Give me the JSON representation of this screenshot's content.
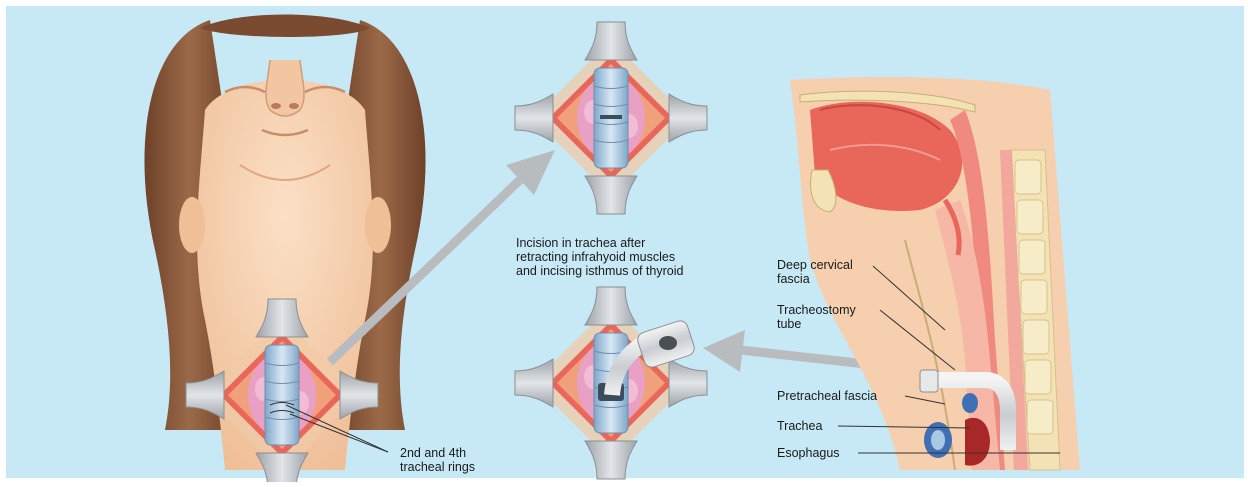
{
  "colors": {
    "background": "#c7e9f6",
    "skin": "#f5cfae",
    "hair": "#8a5a3c",
    "retractor": "#b8bcc0",
    "trachea": "#a9c9e2",
    "tissue": "#e8a0c4",
    "muscle": "#e8665a",
    "arrow": "#b9bcbf"
  },
  "labels": {
    "incision_caption": [
      "Incision in trachea after",
      "retracting infrahyoid muscles",
      "and incising isthmus of thyroid"
    ],
    "rings": [
      "2nd and 4th",
      "tracheal rings"
    ],
    "deep_cervical_fascia": [
      "Deep cervical",
      "fascia"
    ],
    "tracheostomy_tube": [
      "Tracheostomy",
      "tube"
    ],
    "pretracheal_fascia": "Pretracheal fascia",
    "trachea": "Trachea",
    "esophagus": "Esophagus"
  }
}
